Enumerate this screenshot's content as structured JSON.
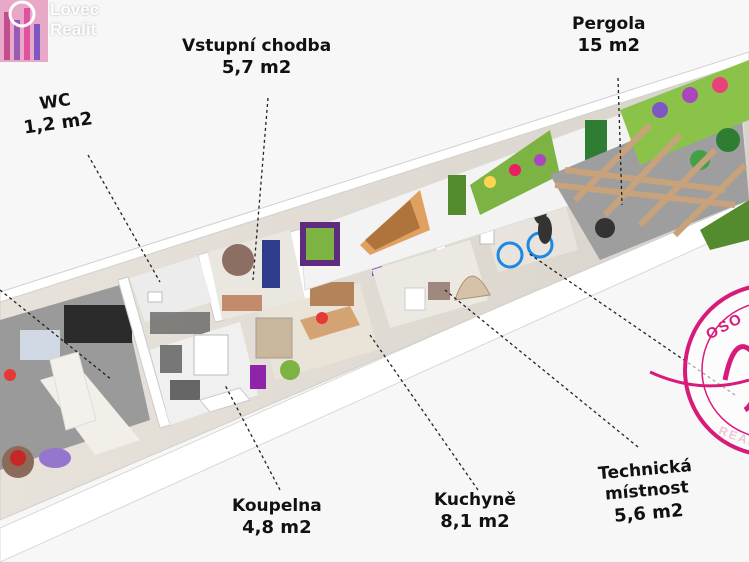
{
  "brand": {
    "logo_line1": "Lovec",
    "logo_line2": "Realit",
    "seal_top": "OSO",
    "seal_bottom": "REAL",
    "accent": "#d81b7a"
  },
  "rooms": {
    "wc": {
      "name": "WC",
      "area": "1,2 m2"
    },
    "vstupni_chodba": {
      "name": "Vstupní chodba",
      "area": "5,7 m2"
    },
    "pergola": {
      "name": "Pergola",
      "area": "15 m2"
    },
    "koupelna": {
      "name": "Koupelna",
      "area": "4,8 m2"
    },
    "kuchyne": {
      "name": "Kuchyně",
      "area": "8,1 m2"
    },
    "technicka": {
      "name_line1": "Technická",
      "name_line2": "místnost",
      "area": "5,6 m2"
    }
  }
}
